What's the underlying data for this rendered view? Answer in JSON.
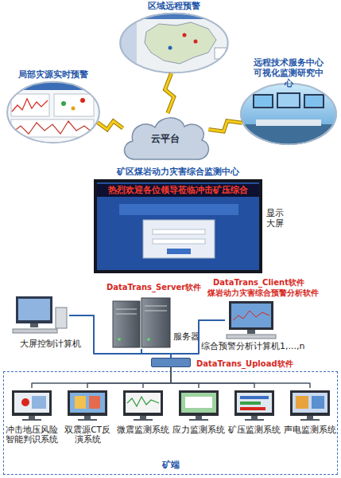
{
  "diagram": {
    "nodes": [
      {
        "text": [
          "局部灾源实时预警"
        ]
      },
      {
        "text": [
          "区域远程预警"
        ]
      },
      {
        "text": [
          "远程技术服务中心 可视化监测研究中心"
        ]
      },
      {
        "text": [
          "云平台"
        ]
      },
      {
        "text": [
          "矿区煤岩动力灾害综合监测中心",
          "显示大屏"
        ]
      },
      {
        "text": [
          "大屏控制计算机"
        ]
      },
      {
        "text": [
          "DataTrans_Server软件",
          "服务器"
        ]
      },
      {
        "text": [
          "DataTrans_Client软件",
          "煤岩动力灾害综合预警分析软件",
          "综合预警分析计算机1,...,n"
        ]
      },
      {
        "text": [
          "DataTrans_Upload软件"
        ]
      },
      {
        "text": [
          "矿端"
        ]
      },
      {
        "text": [
          "冲击地压风险智能判识系统"
        ],
        "in": 9
      },
      {
        "text": [
          "双震源CT反演系统"
        ],
        "in": 9
      },
      {
        "text": [
          "微震监测系统"
        ],
        "in": 9
      },
      {
        "text": [
          "应力监测系统"
        ],
        "in": 9
      },
      {
        "text": [
          "矿压监测系统"
        ],
        "in": 9
      },
      {
        "text": [
          "声电监测系统"
        ],
        "in": 9
      }
    ],
    "edges": [
      {
        "from": 0,
        "to": 3,
        "arrow": "none"
      },
      {
        "from": 1,
        "to": 3,
        "arrow": "none"
      },
      {
        "from": 2,
        "to": 3,
        "arrow": "none"
      },
      {
        "from": 5,
        "to": 8,
        "arrow": "none"
      },
      {
        "from": 6,
        "to": 8,
        "arrow": "none"
      },
      {
        "from": 7,
        "to": 8,
        "arrow": "none"
      },
      {
        "from": 8,
        "to": 10,
        "arrow": "none"
      },
      {
        "from": 8,
        "to": 11,
        "arrow": "none"
      },
      {
        "from": 8,
        "to": 12,
        "arrow": "none"
      },
      {
        "from": 8,
        "to": 13,
        "arrow": "none"
      },
      {
        "from": 8,
        "to": 14,
        "arrow": "none"
      },
      {
        "from": 8,
        "to": 15,
        "arrow": "none"
      }
    ],
    "labels": [
      "热烈欢迎各位领导莅临冲击矿压综合"
    ]
  }
}
